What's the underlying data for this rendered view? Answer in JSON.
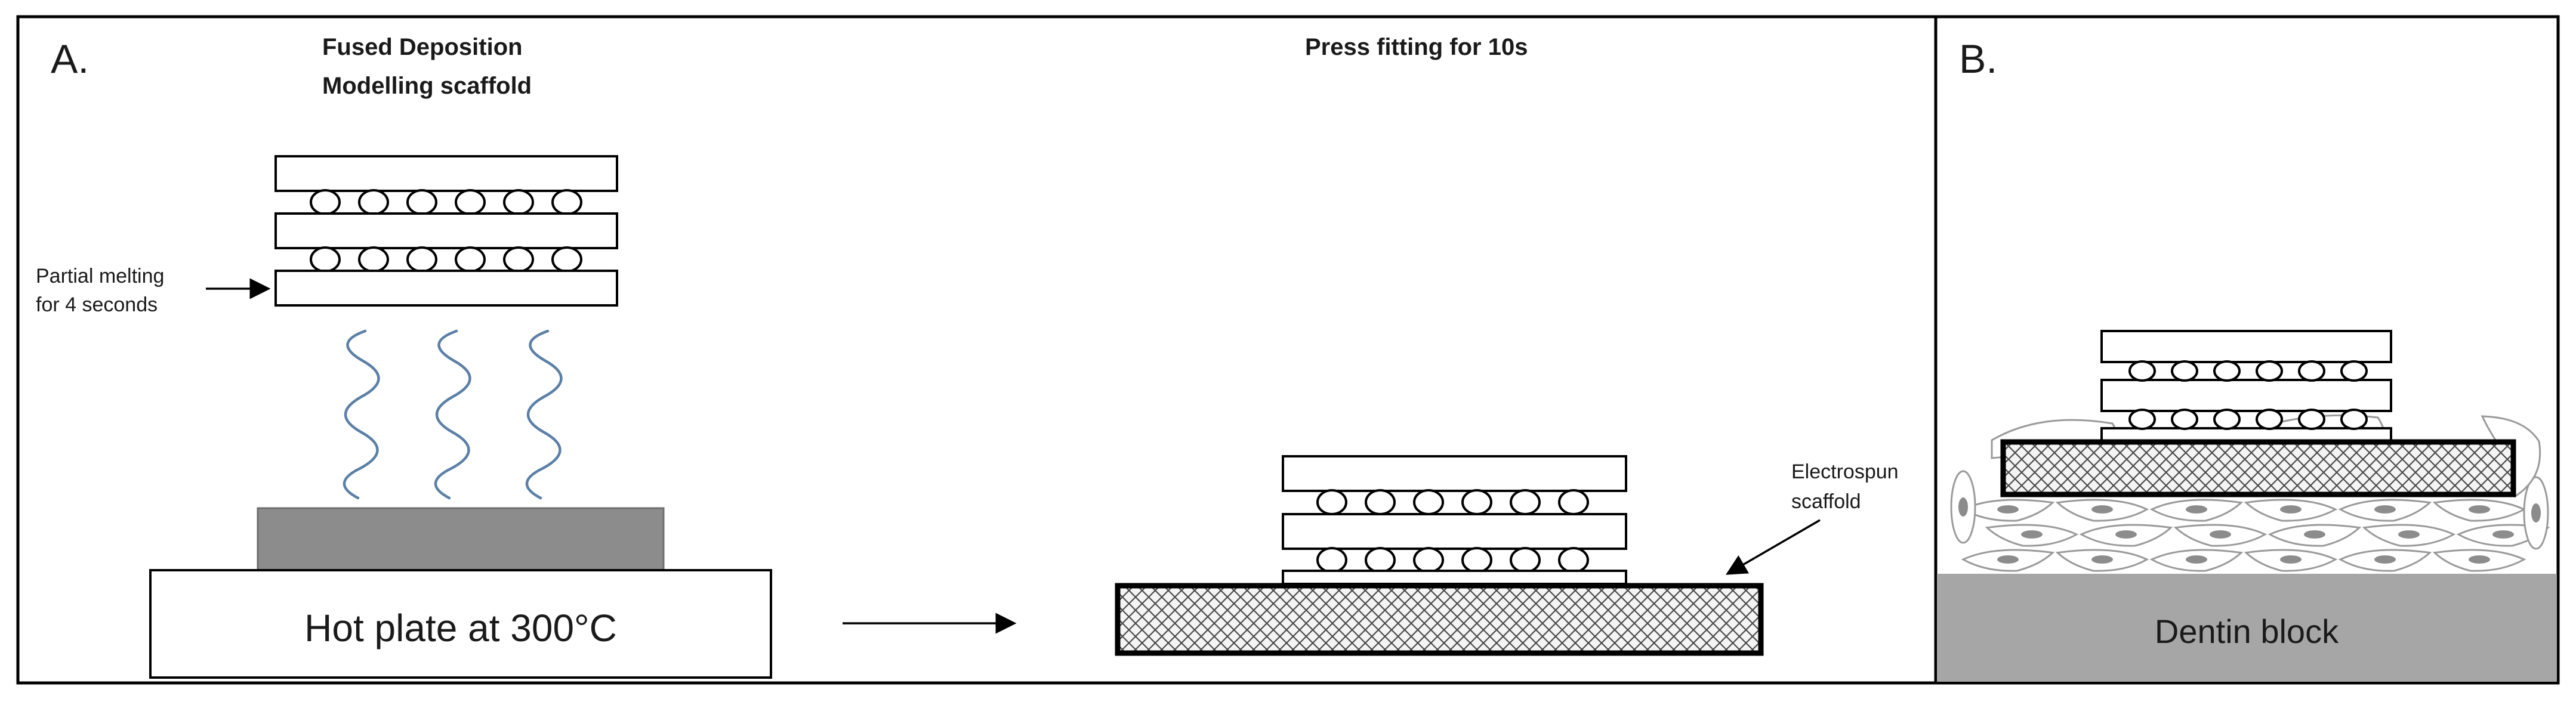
{
  "panel_a": {
    "letter": "A.",
    "fdm_title_line1": "Fused Deposition",
    "fdm_title_line2": "Modelling scaffold",
    "press_title": "Press fitting for 10s",
    "melting_line1": "Partial melting",
    "melting_line2": "for 4 seconds",
    "hot_plate": "Hot plate at 300°C",
    "electrospun_line1": "Electrospun",
    "electrospun_line2": "scaffold"
  },
  "panel_b": {
    "letter": "B.",
    "dentin": "Dentin block"
  },
  "colors": {
    "outline": "#000000",
    "heater": "#8c8c8c",
    "heater_border": "#6e6e6e",
    "heat_wave": "#5b7fa6",
    "dentin": "#a6a6a6",
    "cell_outline": "#9a9a9a",
    "cell_nucleus": "#8c8c8c"
  }
}
